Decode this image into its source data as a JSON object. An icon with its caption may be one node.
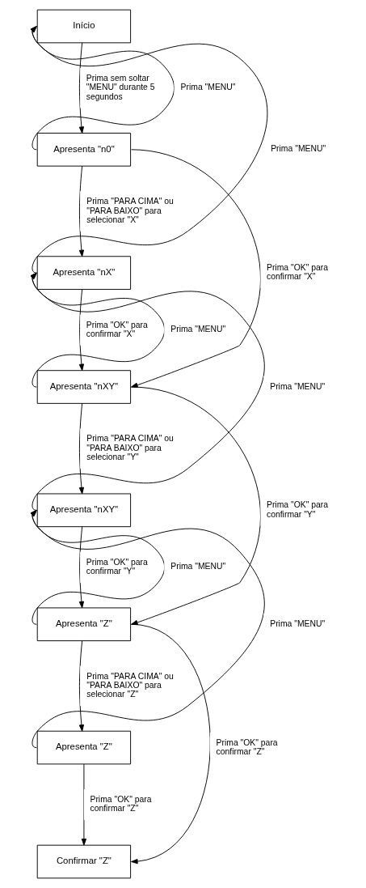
{
  "diagram": {
    "nodes": [
      {
        "text": [
          "Início"
        ]
      },
      {
        "text": [
          "Apresenta \"n0\""
        ]
      },
      {
        "text": [
          "Apresenta \"nX\""
        ]
      },
      {
        "text": [
          "Apresenta \"nXY\""
        ]
      },
      {
        "text": [
          "Apresenta \"nXY\""
        ]
      },
      {
        "text": [
          "Apresenta \"Z\""
        ]
      },
      {
        "text": [
          "Apresenta \"Z\""
        ]
      },
      {
        "text": [
          "Confirmar \"Z\""
        ]
      }
    ],
    "edges": [
      {
        "from": 0,
        "to": 1,
        "arrow": "to",
        "label": "Prima sem soltar \"MENU\" durante 5 segundos"
      },
      {
        "from": 1,
        "to": 0,
        "arrow": "to",
        "label": "Prima \"MENU\""
      },
      {
        "from": 1,
        "to": 2,
        "arrow": "to",
        "label": "Prima \"PARA CIMA\" ou \"PARA BAIXO\" para selecionar \"X\""
      },
      {
        "from": 2,
        "to": 0,
        "arrow": "to",
        "label": "Prima \"MENU\""
      },
      {
        "from": 1,
        "to": 3,
        "arrow": "to",
        "label": "Prima \"OK\" para confirmar \"X\""
      },
      {
        "from": 2,
        "to": 3,
        "arrow": "to",
        "label": "Prima \"OK\" para confirmar \"X\""
      },
      {
        "from": 3,
        "to": 2,
        "arrow": "to",
        "label": "Prima \"MENU\""
      },
      {
        "from": 3,
        "to": 4,
        "arrow": "to",
        "label": "Prima \"PARA CIMA\" ou \"PARA BAIXO\" para selecionar \"Y\""
      },
      {
        "from": 4,
        "to": 2,
        "arrow": "to",
        "label": "Prima \"MENU\""
      },
      {
        "from": 3,
        "to": 5,
        "arrow": "to",
        "label": "Prima \"OK\" para confirmar \"Y\""
      },
      {
        "from": 4,
        "to": 5,
        "arrow": "to",
        "label": "Prima \"OK\" para confirmar \"Y\""
      },
      {
        "from": 5,
        "to": 4,
        "arrow": "to",
        "label": "Prima \"MENU\""
      },
      {
        "from": 5,
        "to": 6,
        "arrow": "to",
        "label": "Prima \"PARA CIMA\" ou \"PARA BAIXO\" para selecionar \"Z\""
      },
      {
        "from": 6,
        "to": 4,
        "arrow": "to",
        "label": "Prima \"MENU\""
      },
      {
        "from": 5,
        "to": 7,
        "arrow": "to",
        "label": "Prima \"OK\" para confirmar \"Z\""
      },
      {
        "from": 6,
        "to": 7,
        "arrow": "to",
        "label": "Prima \"OK\" para confirmar \"Z\""
      }
    ]
  }
}
